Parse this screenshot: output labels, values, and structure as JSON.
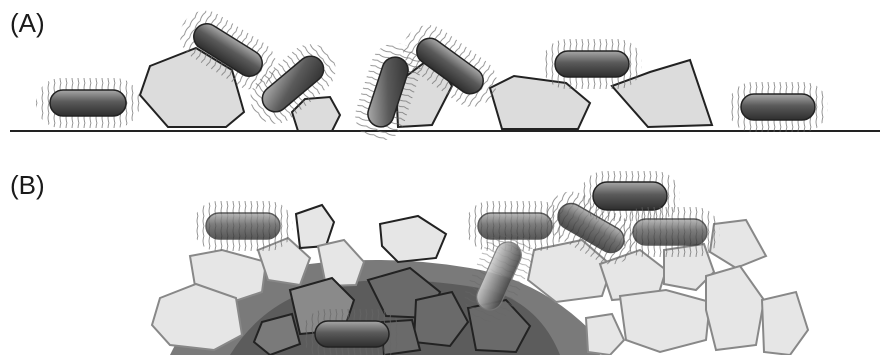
{
  "panels": [
    {
      "id": "A",
      "label": "(A)"
    },
    {
      "id": "B",
      "label": "(B)"
    }
  ],
  "colors": {
    "particle_fill": "#dcdcdc",
    "particle_stroke": "#222222",
    "bacterium_dark": "#3a3a3a",
    "bacterium_light": "#9a9a9a",
    "flagella": "#555555",
    "dark_region": "#5c5c5c",
    "ground_line": "#222222"
  }
}
